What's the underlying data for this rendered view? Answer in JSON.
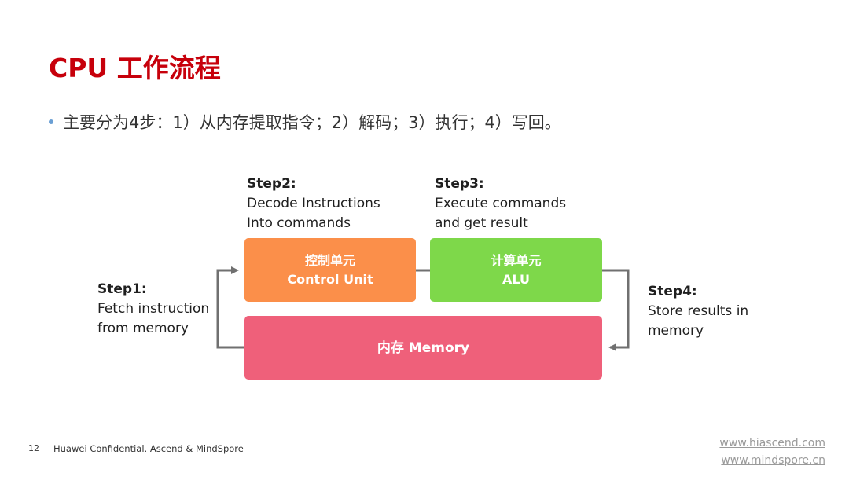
{
  "slide": {
    "title": "CPU 工作流程",
    "bullet": "主要分为4步：1）从内存提取指令；2）解码；3）执行；4）写回。",
    "page_number": "12",
    "footer": "Huawei Confidential. Ascend & MindSpore",
    "links": [
      "www.hiascend.com",
      "www.mindspore.cn"
    ]
  },
  "diagram": {
    "steps": {
      "step1": {
        "title": "Step1:",
        "lines": [
          "Fetch instruction",
          "from memory"
        ]
      },
      "step2": {
        "title": "Step2:",
        "lines": [
          "Decode Instructions",
          "Into commands"
        ]
      },
      "step3": {
        "title": "Step3:",
        "lines": [
          "Execute commands",
          "and get result"
        ]
      },
      "step4": {
        "title": "Step4:",
        "lines": [
          "Store results in",
          "memory"
        ]
      }
    },
    "boxes": {
      "control": {
        "zh": "控制单元",
        "en": "Control Unit",
        "color": "#fb8f4a"
      },
      "alu": {
        "zh": "计算单元",
        "en": "ALU",
        "color": "#7ed84a"
      },
      "memory": {
        "label": "内存 Memory",
        "color": "#ef607a"
      }
    },
    "colors": {
      "title": "#c7000b",
      "arrow": "#707070",
      "bullet": "#6a9fd4"
    }
  }
}
